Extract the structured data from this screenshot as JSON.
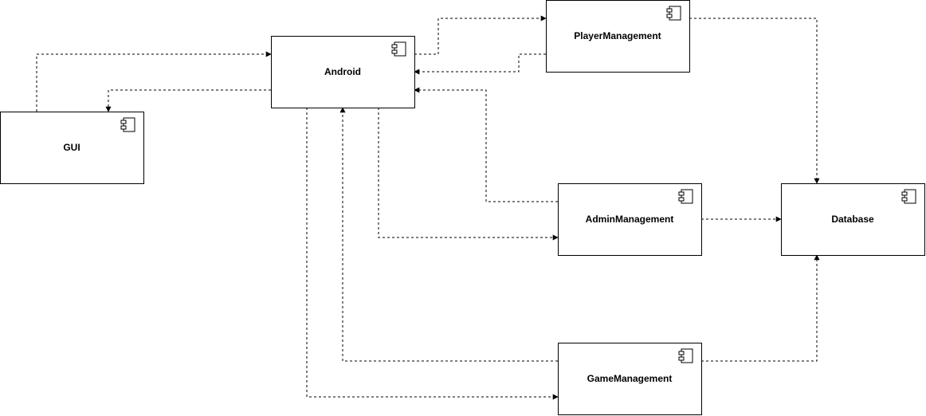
{
  "components": [
    {
      "id": "gui",
      "label": "GUI",
      "icon": "component-icon"
    },
    {
      "id": "android",
      "label": "Android",
      "icon": "component-icon"
    },
    {
      "id": "player",
      "label": "PlayerManagement",
      "icon": "component-icon"
    },
    {
      "id": "admin",
      "label": "AdminManagement",
      "icon": "component-icon"
    },
    {
      "id": "game",
      "label": "GameManagement",
      "icon": "component-icon"
    },
    {
      "id": "database",
      "label": "Database",
      "icon": "component-icon"
    }
  ],
  "connectors": [
    {
      "from": "gui",
      "to": "android",
      "style": "dashed"
    },
    {
      "from": "android",
      "to": "gui",
      "style": "dashed"
    },
    {
      "from": "android",
      "to": "player",
      "style": "dashed"
    },
    {
      "from": "player",
      "to": "android",
      "style": "dashed"
    },
    {
      "from": "admin",
      "to": "android",
      "style": "dashed"
    },
    {
      "from": "android",
      "to": "admin",
      "style": "dashed"
    },
    {
      "from": "game",
      "to": "android",
      "style": "dashed"
    },
    {
      "from": "android",
      "to": "game",
      "style": "dashed"
    },
    {
      "from": "player",
      "to": "database",
      "style": "dashed"
    },
    {
      "from": "admin",
      "to": "database",
      "style": "dashed"
    },
    {
      "from": "game",
      "to": "database",
      "style": "dashed"
    }
  ]
}
